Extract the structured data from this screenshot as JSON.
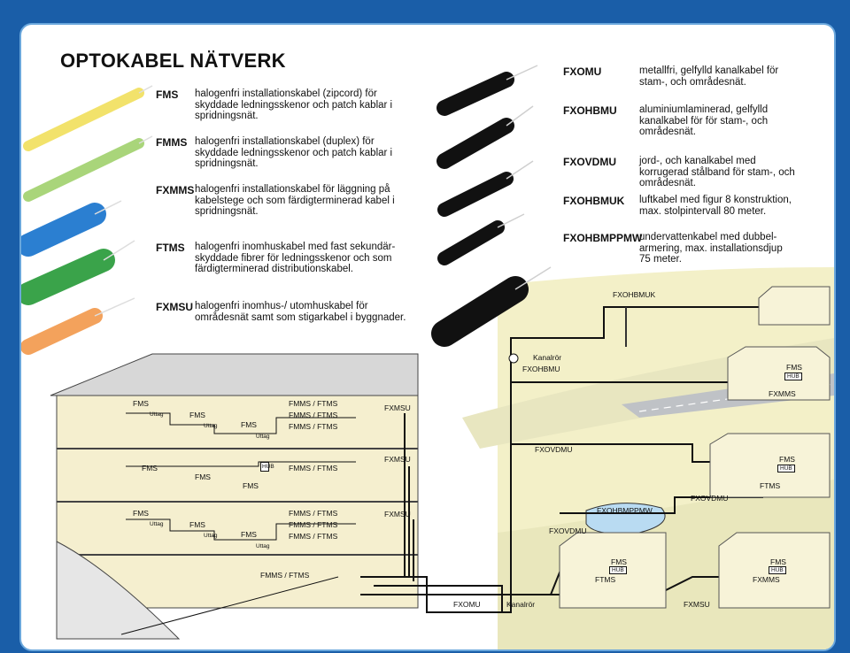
{
  "title": "OPTOKABEL NÄTVERK",
  "left_cables": [
    {
      "code": "FMS",
      "desc": "halogenfri installationskabel (zipcord) för skyddade ledningsskenor och patch kablar i spridningsnät."
    },
    {
      "code": "FMMS",
      "desc": "halogenfri installationskabel (duplex) för skyddade ledningsskenor och patch kablar i spridningsnät."
    },
    {
      "code": "FXMMS",
      "desc": "halogenfri installationskabel för läggning på kabelstege och som färdigterminerad kabel i spridningsnät."
    },
    {
      "code": "FTMS",
      "desc": "halogenfri inomhuskabel med fast sekundär-skyddade fibrer för ledningsskenor och som färdigterminerad distributionskabel."
    },
    {
      "code": "FXMSU",
      "desc": "halogenfri inomhus-/ utomhuskabel för områdesnät samt som stigarkabel i byggnader."
    }
  ],
  "right_cables": [
    {
      "code": "FXOMU",
      "desc": "metallfri, gelfylld kanalkabel för stam-, och områdesnät."
    },
    {
      "code": "FXOHBMU",
      "desc": "aluminiumlaminerad, gelfylld kanalkabel för för stam-, och områdesnät."
    },
    {
      "code": "FXOVDMU",
      "desc": "jord-, och kanalkabel med korrugerad stålband för stam-, och områdesnät."
    },
    {
      "code": "FXOHBMUK",
      "desc": "luftkabel med figur 8 konstruktion, max. stolpintervall 80 meter."
    },
    {
      "code": "FXOHBMPPMW",
      "desc": "undervattenkabel med dubbel-armering, max. installationsdjup 75 meter."
    }
  ],
  "diagram": {
    "floor1": {
      "fms1": "FMS",
      "uttag1": "Uttag",
      "fms2": "FMS",
      "uttag2": "Uttag",
      "fms3": "FMS",
      "uttag3": "Uttag",
      "riser": [
        "FMMS / FTMS",
        "FMMS / FTMS",
        "FMMS / FTMS"
      ],
      "fxmsu": "FXMSU"
    },
    "floor2": {
      "fms1": "FMS",
      "fms2": "FMS",
      "fms3": "FMS",
      "hub": "HUB",
      "riser": [
        "FMMS / FTMS"
      ],
      "fxmsu": "FXMSU"
    },
    "floor3": {
      "fms1": "FMS",
      "uttag1": "Uttag",
      "fms2": "FMS",
      "uttag2": "Uttag",
      "fms3": "FMS",
      "uttag3": "Uttag",
      "riser": [
        "FMMS / FTMS",
        "FMMS / FTMS",
        "FMMS / FTMS"
      ],
      "fxmsu": "FXMSU"
    },
    "basement": {
      "label": "FMMS / FTMS"
    },
    "outside": {
      "fxohbmuk": "FXOHBMUK",
      "kanalror_top": "Kanalrör",
      "fxohbmu": "FXOHBMU",
      "fxovdmu_mid": "FXOVDMU",
      "fxohbmppmw": "FXOHBMPPMW",
      "fxovdmu_right": "FXOVDMU",
      "fxovdmu_low": "FXOVDMU",
      "fxomu": "FXOMU",
      "kanalror_bottom": "Kanalrör",
      "fxmsu_bottom": "FXMSU"
    },
    "house1": {
      "fms": "FMS",
      "hub": "HUB",
      "label": "FXMMS"
    },
    "house2": {
      "fms": "FMS",
      "hub": "HUB",
      "label": "FTMS"
    },
    "house3": {
      "fms": "FMS",
      "hub": "HUB",
      "label": "FTMS"
    },
    "house4": {
      "fms": "FMS",
      "hub": "HUB",
      "label": "FXMMS"
    }
  }
}
